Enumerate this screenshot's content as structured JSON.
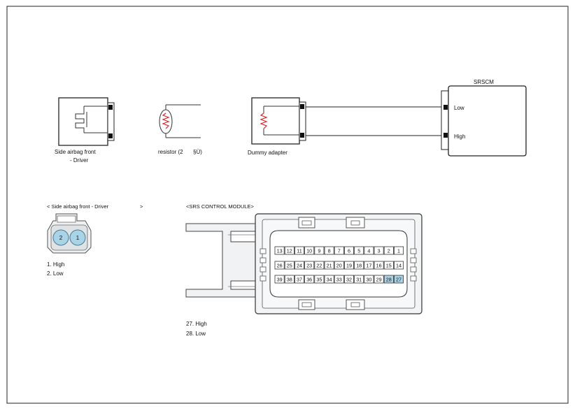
{
  "wiring": {
    "airbag_label_line1": "Side airbag front",
    "airbag_label_line2": "- Driver",
    "resistor_label_part1": "resistor (2",
    "resistor_label_part2": "§Ù)",
    "dummy_label": "Dummy adapter",
    "srscm_title": "SRSCM",
    "srscm_low": "Low",
    "srscm_high": "High"
  },
  "side_connector": {
    "title_part1": "< Side airbag front - Driver",
    "title_part2": ">",
    "pins": [
      "2",
      "1"
    ],
    "legend": [
      "1. High",
      "2. Low"
    ]
  },
  "srs_module": {
    "title": "<SRS CONTROL MODULE>",
    "rows": [
      [
        "13",
        "12",
        "11",
        "10",
        "9",
        "8",
        "7",
        "6",
        "5",
        "4",
        "3",
        "2",
        "1"
      ],
      [
        "26",
        "25",
        "24",
        "23",
        "22",
        "21",
        "20",
        "19",
        "18",
        "17",
        "16",
        "15",
        "14"
      ],
      [
        "39",
        "38",
        "37",
        "36",
        "35",
        "34",
        "33",
        "32",
        "31",
        "30",
        "29",
        "28",
        "27"
      ]
    ],
    "highlighted": [
      "28",
      "27"
    ],
    "legend": [
      "27. High",
      "28. Low"
    ]
  },
  "colors": {
    "highlight_pin": "#a9d3e6",
    "connector_pin": "#a9d3e6",
    "connector_body": "#eef0f2",
    "line": "#222222",
    "resistor": "#d9252a"
  }
}
